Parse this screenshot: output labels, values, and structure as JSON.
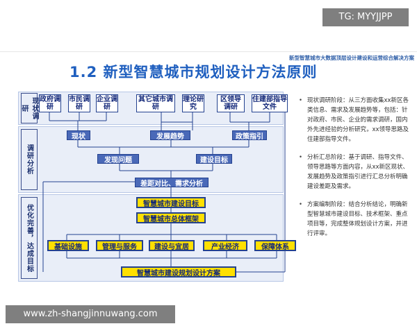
{
  "watermark_top": "TG: MYYJJPP",
  "watermark_bottom": "www.zh-shangjinnuwang.com",
  "top_note": "新型智慧城市大数据顶层设计建设和运营综合解决方案",
  "title": "1.2   新型智慧城市规划设计方法原则",
  "stages": [
    "现状调研",
    "调研分析",
    "优化完善，达成目标"
  ],
  "research_sources": [
    "政府调研",
    "市民调研",
    "企业调研",
    "其它城市调研",
    "理论研究",
    "区领导调研",
    "住建部指导文件"
  ],
  "summary_nodes": [
    "现状",
    "发展趋势",
    "政策指引"
  ],
  "analysis_nodes": [
    "发现问题",
    "建设目标"
  ],
  "gap_analysis": "差距对比、需求分析",
  "goal_node": "智慧城市建设目标",
  "framework_node": "智慧城市总体框架",
  "domains": [
    "基础设施",
    "管理与服务",
    "建设与宜居",
    "产业经济",
    "保障体系"
  ],
  "final_plan": "智慧城市建设规划设计方案",
  "bullets": [
    "现状调研阶段：从三方面收集xx新区各类信息、需求及发展趋势等，包括：针对政府、市民、企业的需求调研，国内外先进经验的分析研究，xx领导思路及住建部指导文件。",
    "分析汇总阶段：基于调研、指导文件、领导思路等方面内容，从xx新区现状、发展趋势及政策指引进行汇总分析明确建设差距及需求。",
    "方案编制阶段：结合分析结论，明确新型智慧城市建设目标、技术框架、重点项目等，完成整体规划设计方案，并进行评审。"
  ],
  "colors": {
    "accent": "#1f5fbf",
    "node_fill": "#4a69b8",
    "highlight": "#ffe000",
    "border": "#23418f"
  }
}
